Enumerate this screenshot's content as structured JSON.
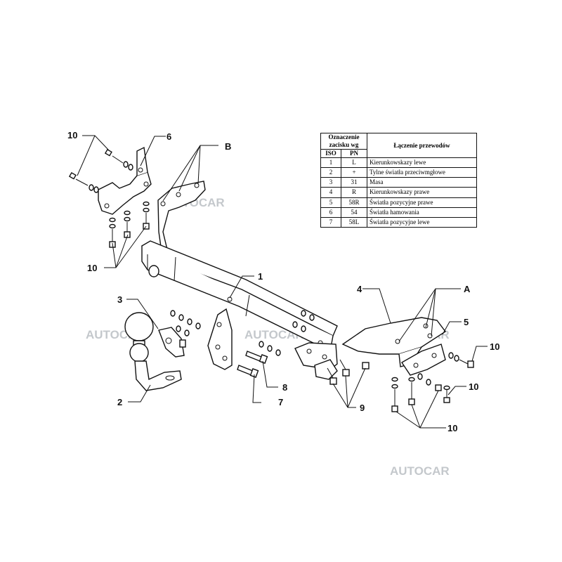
{
  "caption": "",
  "watermark": "AUTOCAR",
  "callouts": {
    "c1": "1",
    "c2": "2",
    "c3": "3",
    "c4": "4",
    "c5": "5",
    "c6": "6",
    "c7": "7",
    "c8": "8",
    "c9": "9",
    "c10a": "10",
    "c10b": "10",
    "c10c": "10",
    "c10d": "10",
    "c10e": "10",
    "cA": "A",
    "cB": "B"
  },
  "table": {
    "header_group": "Oznaczenie zacisku wg",
    "header_iso": "ISO",
    "header_pn": "PN",
    "header_desc": "Łączenie przewodów",
    "rows": [
      {
        "iso": "1",
        "pn": "L",
        "desc": "Kierunkowskazy lewe"
      },
      {
        "iso": "2",
        "pn": "+",
        "desc": "Tylne światła przeciwmgłowe"
      },
      {
        "iso": "3",
        "pn": "31",
        "desc": "Masa"
      },
      {
        "iso": "4",
        "pn": "R",
        "desc": "Kierunkowskazy prawe"
      },
      {
        "iso": "5",
        "pn": "58R",
        "desc": "Światła pozycyjne prawe"
      },
      {
        "iso": "6",
        "pn": "54",
        "desc": "Światła hamowania"
      },
      {
        "iso": "7",
        "pn": "58L",
        "desc": "Światła pozycyjne lewe"
      }
    ]
  }
}
